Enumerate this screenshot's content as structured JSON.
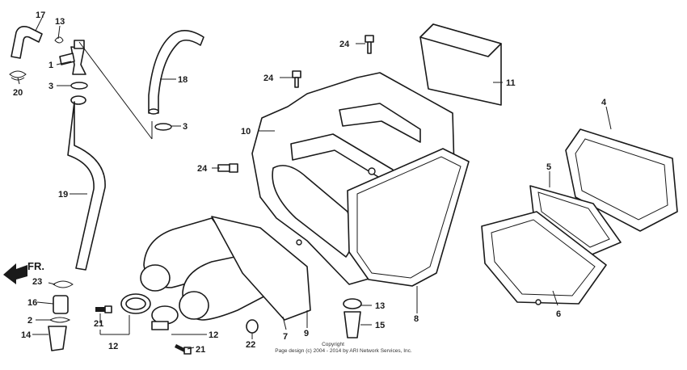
{
  "labels": {
    "p1": "1",
    "p2": "2",
    "p3a": "3",
    "p3b": "3",
    "p4": "4",
    "p5": "5",
    "p6": "6",
    "p7": "7",
    "p8": "8",
    "p9": "9",
    "p10": "10",
    "p11": "11",
    "p12a": "12",
    "p12b": "12",
    "p13a": "13",
    "p13b": "13",
    "p14": "14",
    "p15": "15",
    "p16": "16",
    "p17": "17",
    "p18": "18",
    "p19": "19",
    "p20": "20",
    "p21a": "21",
    "p21b": "21",
    "p22": "22",
    "p23": "23",
    "p24a": "24",
    "p24b": "24",
    "p24c": "24"
  },
  "direction": "FR.",
  "copyright": {
    "line1": "Copyright",
    "line2": "Page design (c) 2004 - 2014 by ARI Network Services, Inc."
  }
}
